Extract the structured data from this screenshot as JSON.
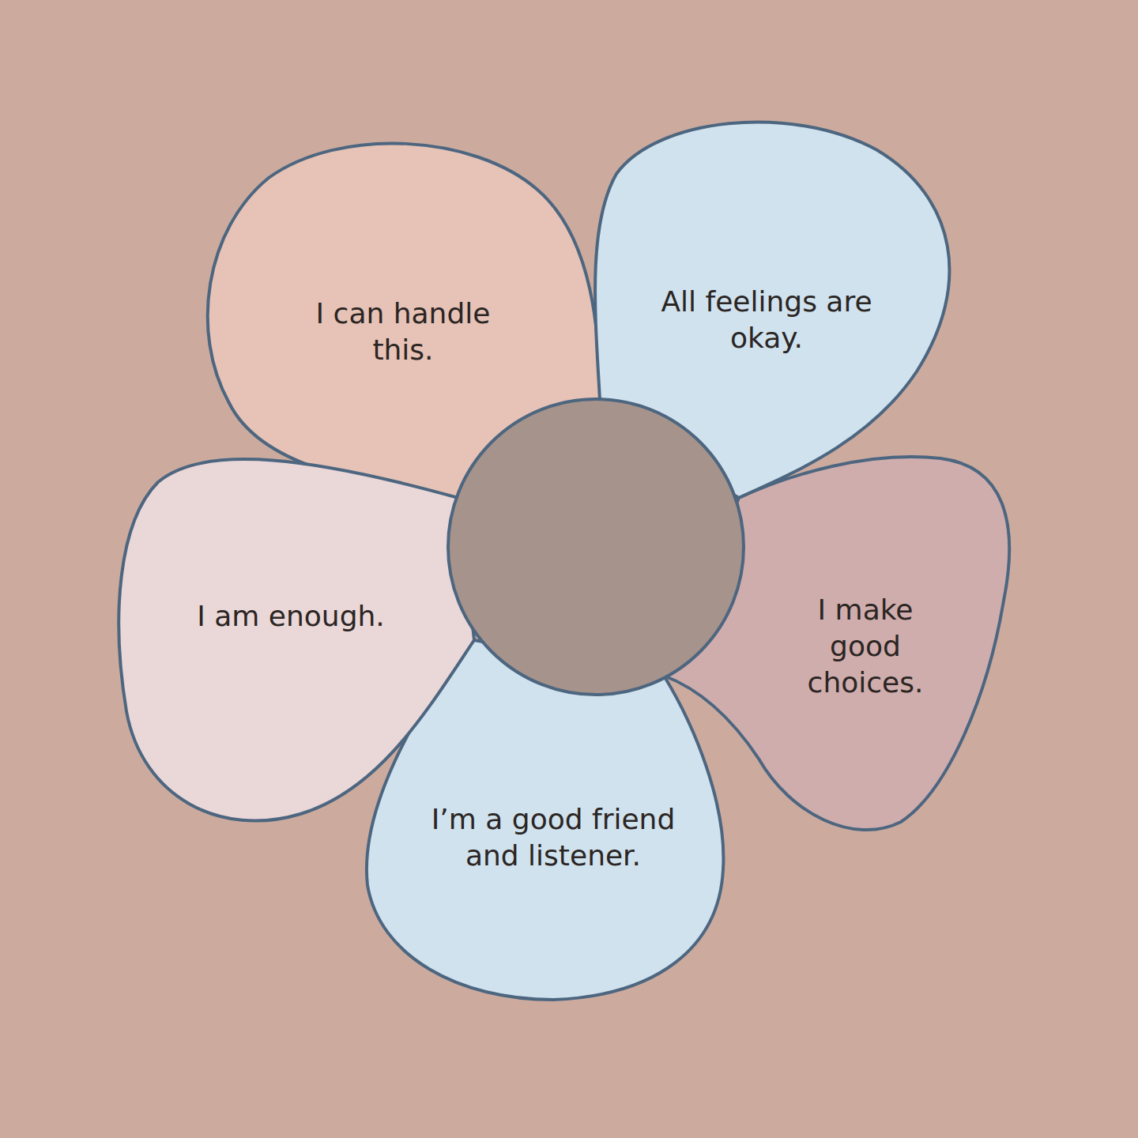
{
  "diagram": {
    "nodes": [
      {
        "text": [
          "I can handle this."
        ]
      },
      {
        "text": [
          "All feelings are okay."
        ]
      },
      {
        "text": [
          "I make good choices."
        ]
      },
      {
        "text": [
          "I’m a good friend and listener."
        ]
      },
      {
        "text": [
          "I am enough."
        ]
      }
    ]
  }
}
